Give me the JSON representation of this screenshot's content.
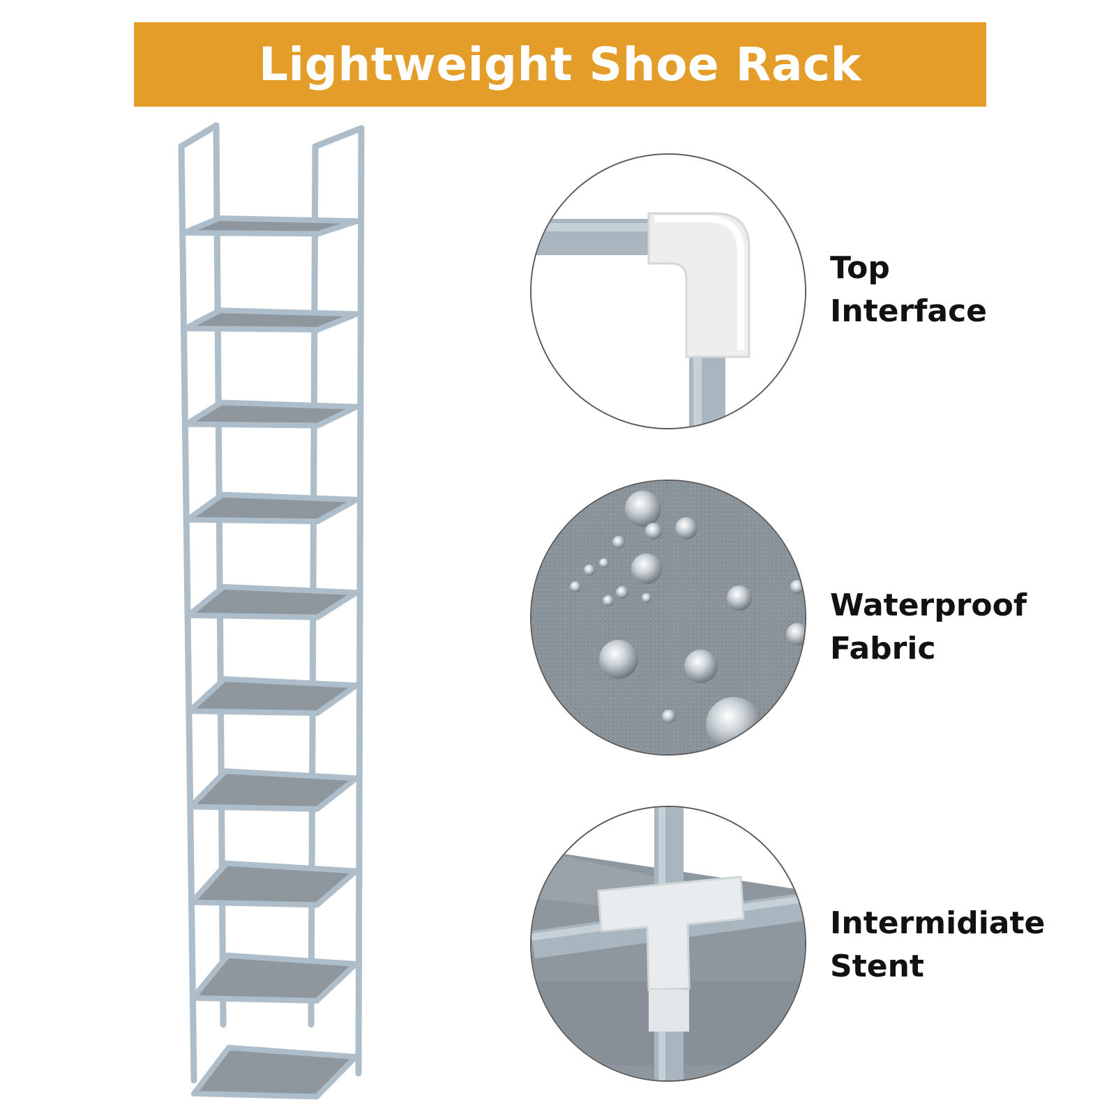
{
  "banner": {
    "title": "Lightweight Shoe Rack",
    "color": "#e59d2a"
  },
  "product": {
    "name": "shoe-rack",
    "shelf_count": 10,
    "frame_color": "#aebdca",
    "fabric_color": "#8e979e"
  },
  "features": [
    {
      "line1": "Top",
      "line2": "Interface",
      "icon": "corner-connector-icon"
    },
    {
      "line1": "Waterproof",
      "line2": "Fabric",
      "icon": "water-droplets-icon"
    },
    {
      "line1": "Intermidiate",
      "line2": "Stent",
      "icon": "tee-connector-icon"
    }
  ]
}
